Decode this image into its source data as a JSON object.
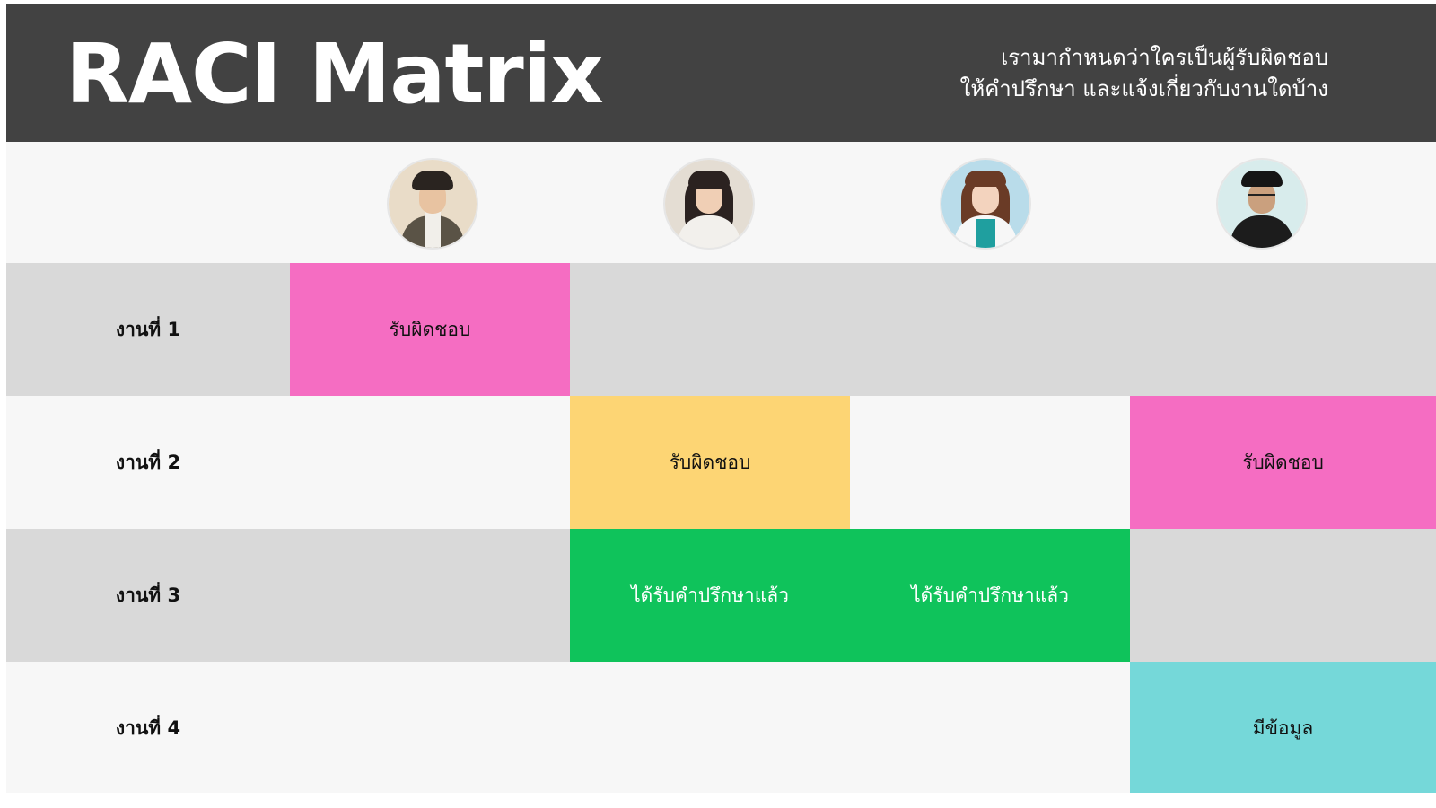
{
  "header": {
    "title": "RACI Matrix",
    "subtitle_line1": "เรามากำหนดว่าใครเป็นผู้รับผิดชอบ",
    "subtitle_line2": "ให้คำปรึกษา และแจ้งเกี่ยวกับงานใดบ้าง"
  },
  "colors": {
    "header_bg": "#424242",
    "band_gray": "#d9d9d9",
    "band_light": "#f7f7f7",
    "pink": "#f56dc2",
    "yellow": "#fdd574",
    "green": "#0fc35b",
    "cyan": "#75d8d9"
  },
  "people": [
    {
      "name": "person-1-avatar"
    },
    {
      "name": "person-2-avatar"
    },
    {
      "name": "person-3-avatar"
    },
    {
      "name": "person-4-avatar"
    }
  ],
  "rows": [
    {
      "label": "งานที่ 1"
    },
    {
      "label": "งานที่ 2"
    },
    {
      "label": "งานที่ 3"
    },
    {
      "label": "งานที่ 4"
    }
  ],
  "cells": {
    "r1c1": "รับผิดชอบ",
    "r2c2": "รับผิดชอบ",
    "r2c4": "รับผิดชอบ",
    "r3c2": "ได้รับคำปรึกษาแล้ว",
    "r3c3": "ได้รับคำปรึกษาแล้ว",
    "r4c4": "มีข้อมูล"
  }
}
